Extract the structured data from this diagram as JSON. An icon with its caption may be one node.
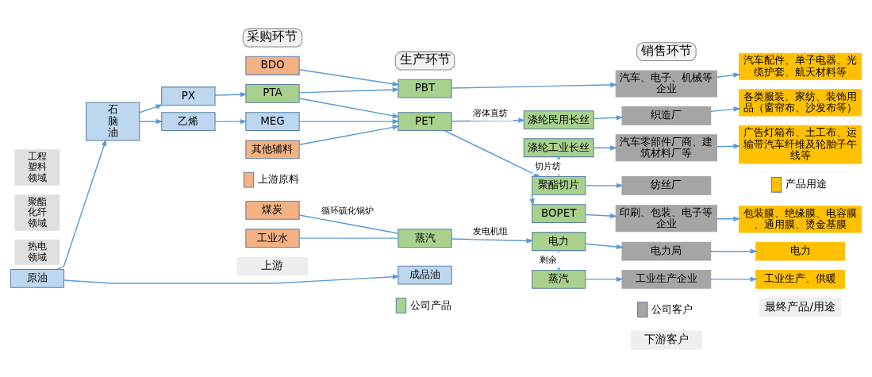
{
  "diagram": {
    "nodes": [
      {
        "text": [
          "采购环节"
        ]
      },
      {
        "text": [
          "生产环节"
        ]
      },
      {
        "text": [
          "销售环节"
        ]
      },
      {
        "text": [
          "石脑油"
        ]
      },
      {
        "text": [
          "PX"
        ]
      },
      {
        "text": [
          "乙烯"
        ]
      },
      {
        "text": [
          "原油"
        ]
      },
      {
        "text": [
          "工程塑料领域"
        ]
      },
      {
        "text": [
          "BDO"
        ]
      },
      {
        "text": [
          "PTA"
        ]
      },
      {
        "text": [
          "聚酯化纤领域"
        ]
      },
      {
        "text": [
          "MEG"
        ]
      },
      {
        "text": [
          "其他辅料"
        ]
      },
      {
        "text": [
          "热电领域"
        ]
      },
      {
        "text": [
          "煤炭"
        ]
      },
      {
        "text": [
          "工业水"
        ]
      },
      {
        "text": [
          "PBT"
        ]
      },
      {
        "text": [
          "PET"
        ]
      },
      {
        "text": [
          "蒸汽"
        ]
      },
      {
        "text": [
          "成品油"
        ]
      },
      {
        "text": [
          "涤纶民用长丝"
        ]
      },
      {
        "text": [
          "涤纶工业长丝"
        ]
      },
      {
        "text": [
          "聚酯切片"
        ]
      },
      {
        "text": [
          "BOPET"
        ]
      },
      {
        "text": [
          "电力"
        ]
      },
      {
        "text": [
          "蒸汽"
        ]
      },
      {
        "text": [
          "汽车、电子、机械等企业"
        ]
      },
      {
        "text": [
          "织造厂"
        ]
      },
      {
        "text": [
          "汽车零部件厂商、建筑材料厂等"
        ]
      },
      {
        "text": [
          "纺丝厂"
        ]
      },
      {
        "text": [
          "印刷、包装、电子等企业"
        ]
      },
      {
        "text": [
          "电力局"
        ]
      },
      {
        "text": [
          "工业生产企业"
        ]
      },
      {
        "text": [
          "汽车配件、单子电器、光缆护套、航天材料等"
        ]
      },
      {
        "text": [
          "各类服装、家纺、装饰用品（窗帘布、沙发布等）"
        ]
      },
      {
        "text": [
          "广告灯箱布、土工布、运输带汽车纤维及轮胎子午线等"
        ]
      },
      {
        "text": [
          "包装膜、绝缘膜、电容膜、通用膜、烫金基膜"
        ]
      },
      {
        "text": [
          "电力"
        ]
      },
      {
        "text": [
          "工业生产、供暖"
        ]
      },
      {
        "text": [
          "上游"
        ]
      },
      {
        "text": [
          "下游客户"
        ]
      },
      {
        "text": [
          "最终产品/用途"
        ]
      }
    ],
    "edges": [
      {
        "from": 3,
        "to": 4,
        "arrow": "to"
      },
      {
        "from": 3,
        "to": 5,
        "arrow": "to"
      },
      {
        "from": 4,
        "to": 9,
        "arrow": "to"
      },
      {
        "from": 5,
        "to": 11,
        "arrow": "to"
      },
      {
        "from": 6,
        "to": 3,
        "arrow": "to"
      },
      {
        "from": 6,
        "to": 19,
        "arrow": "to"
      },
      {
        "from": 8,
        "to": 16,
        "arrow": "to"
      },
      {
        "from": 9,
        "to": 16,
        "arrow": "to"
      },
      {
        "from": 9,
        "to": 17,
        "arrow": "to"
      },
      {
        "from": 11,
        "to": 17,
        "arrow": "to"
      },
      {
        "from": 12,
        "to": 17,
        "arrow": "to"
      },
      {
        "from": 14,
        "to": 18,
        "arrow": "none",
        "label": "循环硫化锅炉"
      },
      {
        "from": 15,
        "to": 18,
        "arrow": "none"
      },
      {
        "from": 17,
        "to": 20,
        "arrow": "to",
        "label": "溶体直纺"
      },
      {
        "from": 17,
        "to": 22,
        "arrow": "to"
      },
      {
        "from": 22,
        "to": 21,
        "arrow": "to",
        "label": "切片纺"
      },
      {
        "from": 22,
        "to": 23,
        "arrow": "to"
      },
      {
        "from": 18,
        "to": 24,
        "arrow": "to",
        "label": "发电机组"
      },
      {
        "from": 24,
        "to": 25,
        "arrow": "to",
        "label": "剩余"
      },
      {
        "from": 16,
        "to": 26,
        "arrow": "to"
      },
      {
        "from": 20,
        "to": 27,
        "arrow": "to"
      },
      {
        "from": 21,
        "to": 28,
        "arrow": "to"
      },
      {
        "from": 22,
        "to": 29,
        "arrow": "to"
      },
      {
        "from": 23,
        "to": 30,
        "arrow": "to"
      },
      {
        "from": 24,
        "to": 31,
        "arrow": "to"
      },
      {
        "from": 25,
        "to": 32,
        "arrow": "to"
      },
      {
        "from": 26,
        "to": 33,
        "arrow": "to"
      },
      {
        "from": 27,
        "to": 34,
        "arrow": "to"
      },
      {
        "from": 28,
        "to": 35,
        "arrow": "to"
      },
      {
        "from": 30,
        "to": 36,
        "arrow": "to"
      },
      {
        "from": 31,
        "to": 37,
        "arrow": "to"
      },
      {
        "from": 32,
        "to": 38,
        "arrow": "to"
      }
    ],
    "legend": [
      {
        "text": "上游原料",
        "color": "#f4b183"
      },
      {
        "text": "公司产品",
        "color": "#a9d18e"
      },
      {
        "text": "产品用途",
        "color": "#ffc000"
      },
      {
        "text": "公司客户",
        "color": "#a5a5a5"
      }
    ]
  }
}
